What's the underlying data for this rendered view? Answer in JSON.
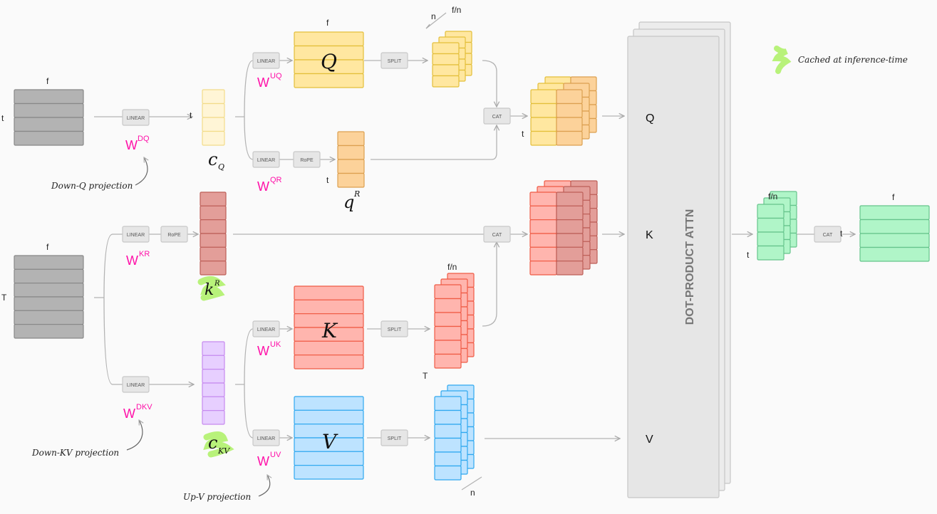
{
  "colors": {
    "input": "#b3b3b3",
    "c_q": "#fff5d6",
    "q": "#ffe7a0",
    "q_rope": "#fcd29a",
    "k_rope": "#e39e99",
    "k": "#ffb5ae",
    "c_kv": "#e7cfff",
    "v": "#bde3ff",
    "output": "#b0f5c8",
    "weight_label": "#ff10a8",
    "cache_highlight": "#b8f27a"
  },
  "ops": {
    "linear": "LINEAR",
    "rope": "RoPE",
    "split": "SPLIT",
    "cat": "CAT"
  },
  "weights": {
    "dq": "DQ",
    "uq": "UQ",
    "qr": "QR",
    "kr": "KR",
    "dkv": "DKV",
    "uk": "UK",
    "uv": "UV",
    "w": "W"
  },
  "dims": {
    "f": "f",
    "t": "t",
    "T": "T",
    "n": "n",
    "fn": "f/n"
  },
  "matrix_labels": {
    "q": "Q",
    "k": "K",
    "v": "V",
    "c": "c",
    "c_q_sub": "Q",
    "c_kv_sub": "KV",
    "q_r": "q",
    "k_r": "k",
    "r_sup": "R"
  },
  "attention": {
    "title": "DOT-PRODUCT ATTN",
    "q": "Q",
    "k": "K",
    "v": "V"
  },
  "annotations": {
    "down_q": "Down-Q projection",
    "down_kv": "Down-KV projection",
    "up_v": "Up-V projection",
    "legend": "Cached at inference-time"
  }
}
